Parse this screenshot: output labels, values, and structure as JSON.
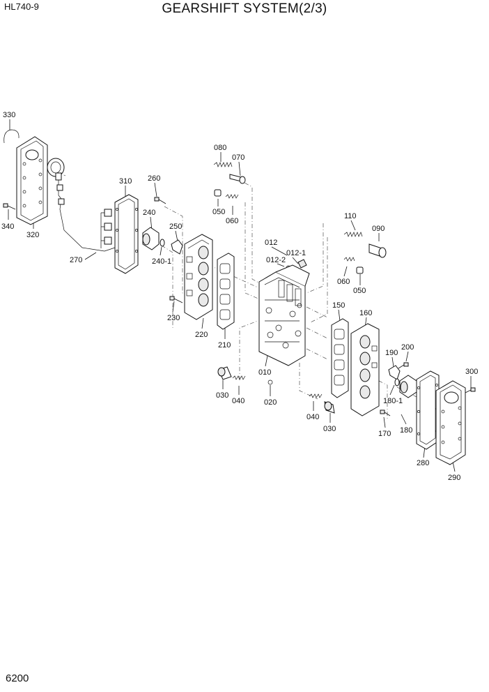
{
  "header": {
    "model": "HL740-9",
    "title": "GEARSHIFT SYSTEM(2/3)"
  },
  "page_number": "6200",
  "callouts": [
    {
      "id": "c330",
      "text": "330"
    },
    {
      "id": "c340",
      "text": "340"
    },
    {
      "id": "c320",
      "text": "320"
    },
    {
      "id": "c270",
      "text": "270"
    },
    {
      "id": "c310",
      "text": "310"
    },
    {
      "id": "c260",
      "text": "260"
    },
    {
      "id": "c240",
      "text": "240"
    },
    {
      "id": "c250",
      "text": "250"
    },
    {
      "id": "c2401",
      "text": "240-1"
    },
    {
      "id": "c230",
      "text": "230"
    },
    {
      "id": "c220",
      "text": "220"
    },
    {
      "id": "c210",
      "text": "210"
    },
    {
      "id": "c080",
      "text": "080"
    },
    {
      "id": "c070",
      "text": "070"
    },
    {
      "id": "c050a",
      "text": "050"
    },
    {
      "id": "c060a",
      "text": "060"
    },
    {
      "id": "c012",
      "text": "012"
    },
    {
      "id": "c0121",
      "text": "012-1"
    },
    {
      "id": "c0122",
      "text": "012-2"
    },
    {
      "id": "c110",
      "text": "110"
    },
    {
      "id": "c090",
      "text": "090"
    },
    {
      "id": "c060b",
      "text": "060"
    },
    {
      "id": "c050b",
      "text": "050"
    },
    {
      "id": "c150",
      "text": "150"
    },
    {
      "id": "c160",
      "text": "160"
    },
    {
      "id": "c010",
      "text": "010"
    },
    {
      "id": "c030a",
      "text": "030"
    },
    {
      "id": "c040a",
      "text": "040"
    },
    {
      "id": "c020",
      "text": "020"
    },
    {
      "id": "c040b",
      "text": "040"
    },
    {
      "id": "c030b",
      "text": "030"
    },
    {
      "id": "c190",
      "text": "190"
    },
    {
      "id": "c200",
      "text": "200"
    },
    {
      "id": "c1801",
      "text": "180-1"
    },
    {
      "id": "c170",
      "text": "170"
    },
    {
      "id": "c180",
      "text": "180"
    },
    {
      "id": "c300",
      "text": "300"
    },
    {
      "id": "c280",
      "text": "280"
    },
    {
      "id": "c290",
      "text": "290"
    }
  ]
}
